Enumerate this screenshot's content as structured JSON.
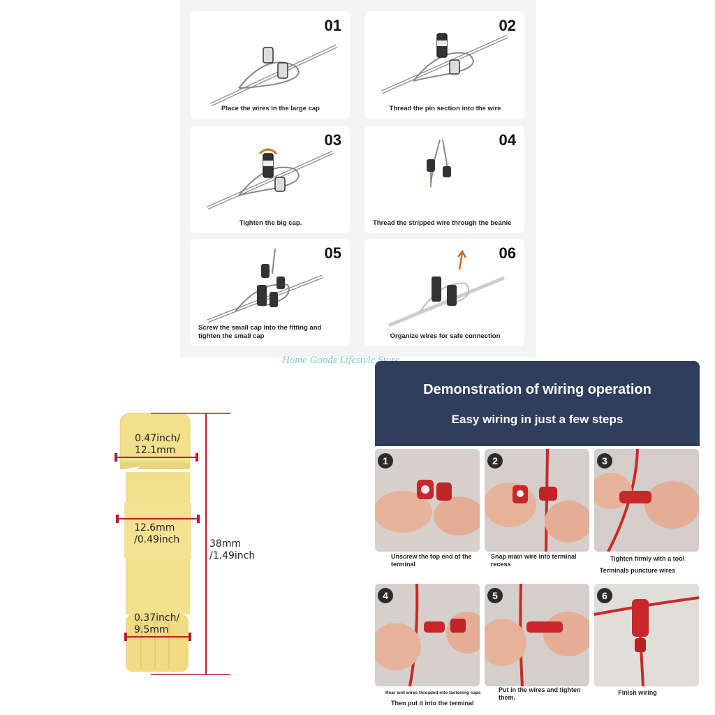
{
  "steps_panel": {
    "steps": [
      {
        "number": "01",
        "caption": "Place the wires in the large cap"
      },
      {
        "number": "02",
        "caption": "Thread the pin section into the wire"
      },
      {
        "number": "03",
        "caption": "Tighten the big cap."
      },
      {
        "number": "04",
        "caption": "Thread the stripped wire through the beanie"
      },
      {
        "number": "05",
        "caption": "Screw the small cap into the fitting and tighten the small cap"
      },
      {
        "number": "06",
        "caption": "Organize wires for safe connection"
      }
    ]
  },
  "watermark": "Home Goods Lifestyle Store",
  "dimensions": {
    "top_width": "0.47inch/ 12.1mm",
    "middle_width": "12.6mm /0.49inch",
    "bottom_width": "0.37inch/ 9.5mm",
    "length": "38mm /1.49inch",
    "product_color": "#f2e08c",
    "line_color": "#c0182a"
  },
  "demo": {
    "title": "Demonstration of wiring operation",
    "subtitle": "Easy wiring in just a few steps",
    "header_color": "#2e3e5c",
    "steps": [
      {
        "number": "1",
        "caption": "Unscrew the top end of the terminal"
      },
      {
        "number": "2",
        "caption": "Snap main wire into terminal recess"
      },
      {
        "number": "3",
        "caption": "Tighten firmly with a tool",
        "caption2": "Terminals puncture wires"
      },
      {
        "number": "4",
        "caption": "Rear end wires threaded into fastening caps",
        "caption2": "Then put it into the terminal"
      },
      {
        "number": "5",
        "caption": "Put in the wires and tighten them."
      },
      {
        "number": "6",
        "caption": "Finish wiring"
      }
    ]
  }
}
